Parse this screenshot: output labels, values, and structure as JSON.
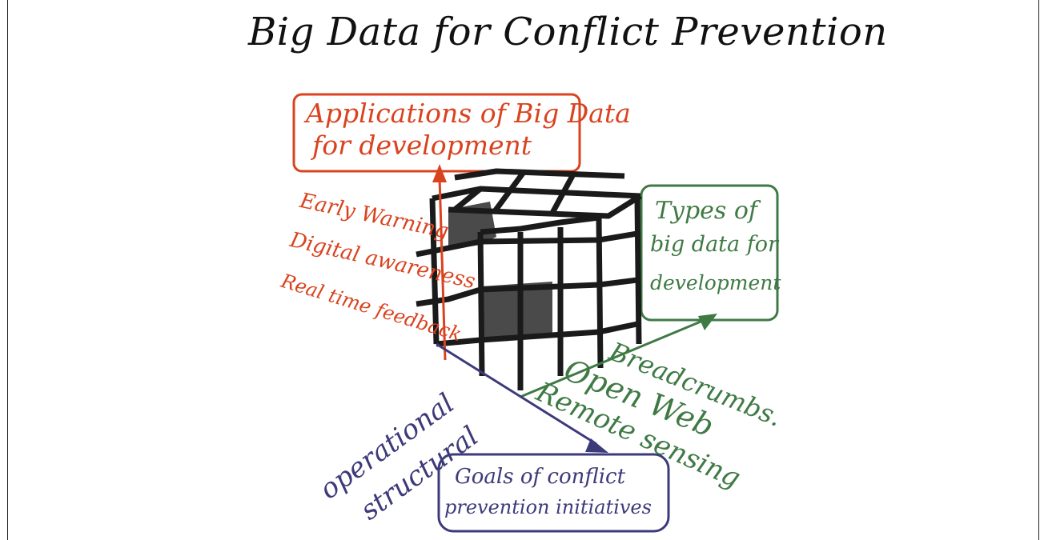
{
  "title": "Big Data for Conflict Prevention",
  "colors": {
    "applications": "#d9431f",
    "types": "#3f7a44",
    "goals": "#3d3a7a",
    "ink": "#111111",
    "cube_dark": "#4a4a4a"
  },
  "axes": {
    "applications": {
      "box_line1": "Applications of Big Data",
      "box_line2": "for development",
      "items": [
        "Early Warning",
        "Digital awareness",
        "Real time feedback"
      ]
    },
    "types": {
      "box_line1": "Types of",
      "box_line2": "big data for",
      "box_line3": "development",
      "items": [
        "Breadcrumbs.",
        "Open Web",
        "Remote sensing"
      ]
    },
    "goals": {
      "box_line1": "Goals of conflict",
      "box_line2": "prevention initiatives",
      "items": [
        "operational",
        "structural"
      ]
    }
  }
}
